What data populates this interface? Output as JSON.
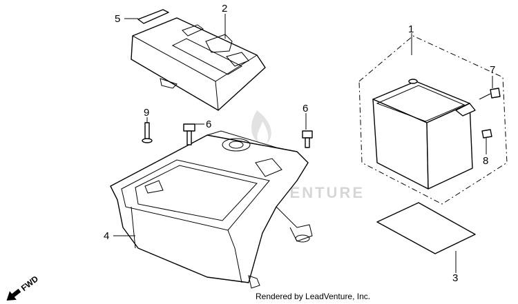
{
  "credit": "Rendered by LeadVenture, Inc.",
  "watermark": "LEADVENTURE",
  "direction_label": "FWD",
  "callouts": {
    "c1": "1",
    "c2": "2",
    "c3": "3",
    "c4": "4",
    "c5": "5",
    "c6a": "6",
    "c6b": "6",
    "c7": "7",
    "c8": "8",
    "c9": "9"
  }
}
